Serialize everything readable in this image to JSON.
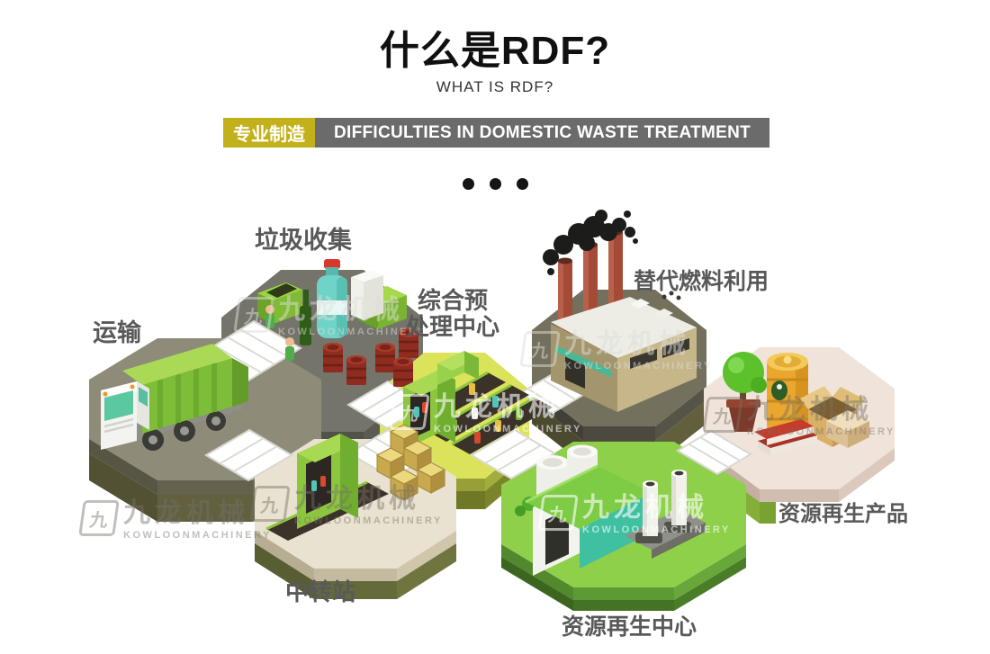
{
  "header": {
    "title": "什么是RDF?",
    "subtitle": "WHAT IS RDF?",
    "banner": {
      "tag": "专业制造",
      "text": "DIFFICULTIES IN DOMESTIC WASTE TREATMENT"
    }
  },
  "watermark": {
    "logo_glyph": "九",
    "cn": "九龙机械",
    "en": "KOWLOONMACHINERY"
  },
  "stages": {
    "transport": "运输",
    "collection": "垃圾收集",
    "pretreatment_line1": "综合预",
    "pretreatment_line2": "处理中心",
    "fuel_use": "替代燃料利用",
    "transfer": "中转站",
    "regeneration": "资源再生中心",
    "products": "资源再生产品"
  },
  "colors": {
    "banner_tag_bg": "#c3b11c",
    "banner_bar_bg": "#6b6b6b",
    "label_text": "#59595b",
    "accent_green": "#8cc63e"
  }
}
